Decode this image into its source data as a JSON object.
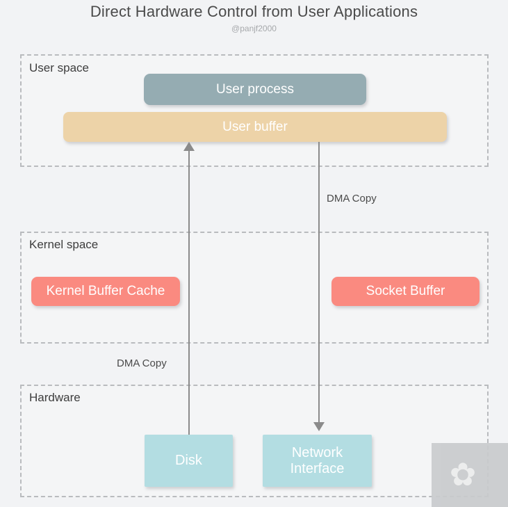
{
  "header": {
    "title": "Direct Hardware Control from User Applications",
    "subtitle": "@panjf2000"
  },
  "zones": [
    {
      "id": "user-space",
      "label": "User space"
    },
    {
      "id": "kernel-space",
      "label": "Kernel space"
    },
    {
      "id": "hardware",
      "label": "Hardware"
    }
  ],
  "blocks": {
    "user_process": {
      "label": "User process",
      "color": "#95acb2"
    },
    "user_buffer": {
      "label": "User buffer",
      "color": "#edd3a8"
    },
    "kernel_buffer_cache": {
      "label": "Kernel Buffer Cache",
      "color": "#fa8a80"
    },
    "socket_buffer": {
      "label": "Socket Buffer",
      "color": "#fa8a80"
    },
    "disk": {
      "label": "Disk",
      "color": "#b3dde2"
    },
    "network_interface": {
      "line1": "Network",
      "line2": "Interface",
      "color": "#b3dde2"
    }
  },
  "edges": [
    {
      "id": "disk-to-user-buffer",
      "label": "DMA Copy",
      "direction": "up",
      "from": "Disk",
      "to": "User buffer"
    },
    {
      "id": "user-buffer-to-network-nic",
      "label": "DMA Copy",
      "direction": "down",
      "from": "User buffer",
      "to": "Network Interface"
    }
  ],
  "watermark": {
    "glyph": "✿"
  },
  "palette": {
    "background": "#f2f3f5",
    "zone_border": "#b9bbbe",
    "arrow": "#8b8b8b",
    "title_text": "#4a4a4a",
    "subtitle_text": "#a6a8ab"
  }
}
